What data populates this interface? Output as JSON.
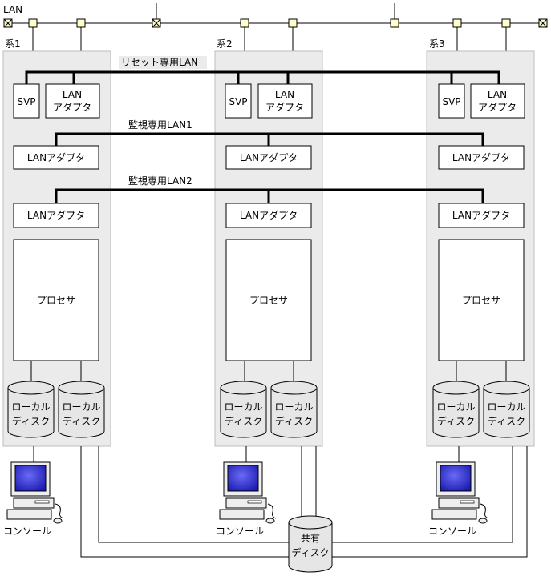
{
  "lan": {
    "label": "LAN"
  },
  "reset_lan": {
    "label": "リセット専用LAN"
  },
  "monitor_lan_1": {
    "label": "監視専用LAN1"
  },
  "monitor_lan_2": {
    "label": "監視専用LAN2"
  },
  "systems": [
    {
      "label": "系1",
      "svp": "SVP",
      "lan_adapter_top": [
        "LAN",
        "アダプタ"
      ],
      "lan_adapter_1": "LANアダプタ",
      "lan_adapter_2": "LANアダプタ",
      "processor": "プロセサ",
      "local_disks": [
        [
          "ローカル",
          "ディスク"
        ],
        [
          "ローカル",
          "ディスク"
        ]
      ],
      "console": "コンソール"
    },
    {
      "label": "系2",
      "svp": "SVP",
      "lan_adapter_top": [
        "LAN",
        "アダプタ"
      ],
      "lan_adapter_1": "LANアダプタ",
      "lan_adapter_2": "LANアダプタ",
      "processor": "プロセサ",
      "local_disks": [
        [
          "ローカル",
          "ディスク"
        ],
        [
          "ローカル",
          "ディスク"
        ]
      ],
      "console": "コンソール"
    },
    {
      "label": "系3",
      "svp": "SVP",
      "lan_adapter_top": [
        "LAN",
        "アダプタ"
      ],
      "lan_adapter_1": "LANアダプタ",
      "lan_adapter_2": "LANアダプタ",
      "processor": "プロセサ",
      "local_disks": [
        [
          "ローカル",
          "ディスク"
        ],
        [
          "ローカル",
          "ディスク"
        ]
      ],
      "console": "コンソール"
    }
  ],
  "shared_disk": {
    "line1": "共有",
    "line2": "ディスク"
  },
  "colors": {
    "system_fill": "#ebebeb",
    "connector_fill": "#ffffcc",
    "screen": "#3a3ad8"
  }
}
